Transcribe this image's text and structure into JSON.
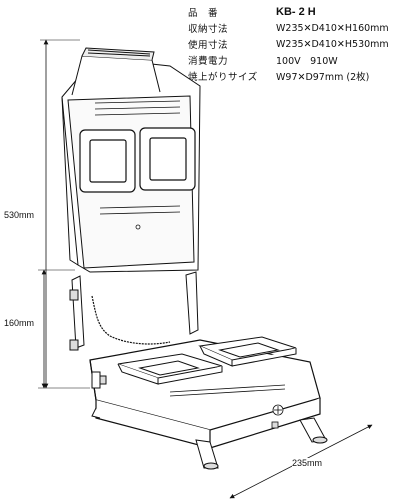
{
  "specs": [
    {
      "label": "品　番",
      "value": "KB- 2 H"
    },
    {
      "label": "収納寸法",
      "value": "W235✕D410✕H160mm"
    },
    {
      "label": "使用寸法",
      "value": "W235✕D410✕H530mm"
    },
    {
      "label": "消費電力",
      "value": "100V　910W"
    },
    {
      "label": "焼上がりサイズ",
      "value": "W97✕D97mm (2枚)"
    }
  ],
  "dimensions": {
    "height_total": "530mm",
    "height_folded": "160mm",
    "width": "235mm"
  }
}
